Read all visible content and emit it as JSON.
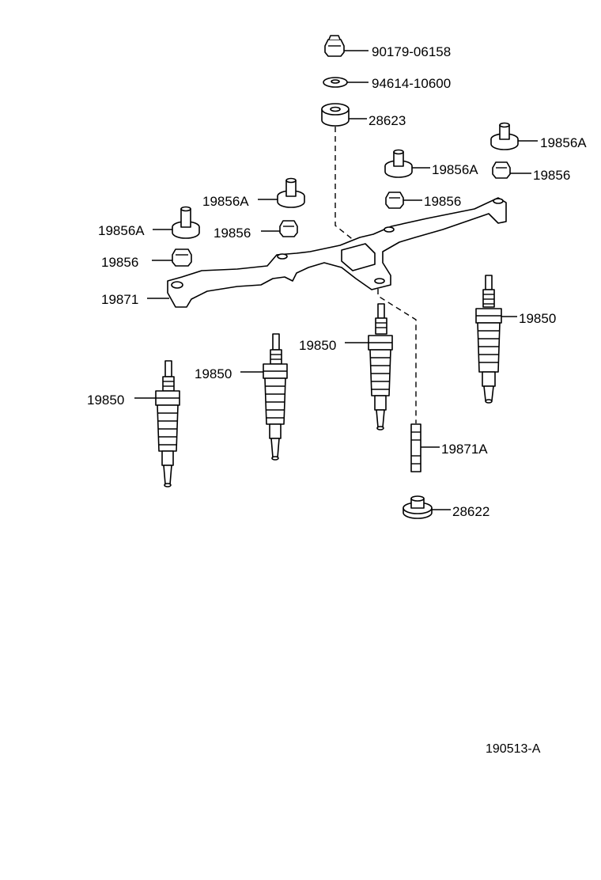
{
  "labels": {
    "nut_top": "90179-06158",
    "washer_top": "94614-10600",
    "insulator_top": "28623",
    "nut_a_far_right": "19856A",
    "nut_a_right": "19856A",
    "nut_far_right": "19856",
    "nut_right": "19856",
    "nut_a_center": "19856A",
    "nut_center": "19856",
    "nut_a_left": "19856A",
    "nut_left": "19856",
    "bus_bar": "19871",
    "plug_right": "19850",
    "plug_center": "19850",
    "plug_left_center": "19850",
    "plug_left": "19850",
    "stud": "19871A",
    "insulator_bottom": "28622"
  },
  "figure_code": "190513-A"
}
